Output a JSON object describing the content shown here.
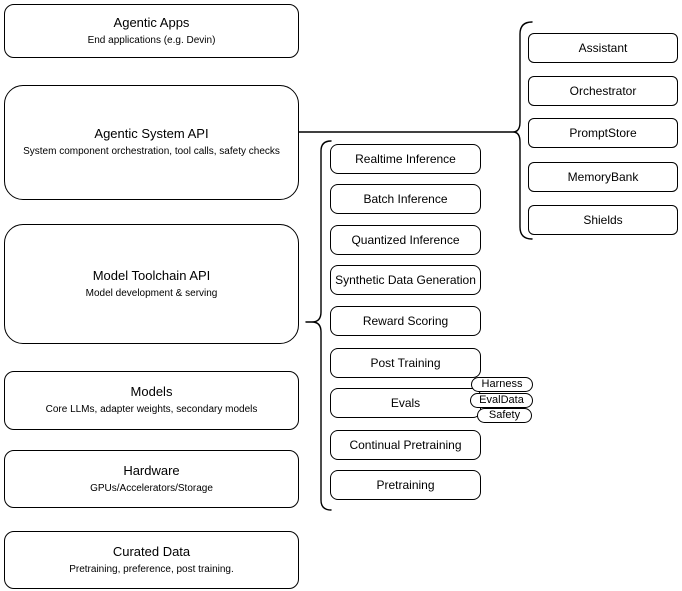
{
  "left_column": [
    {
      "title": "Agentic Apps",
      "subtitle": "End applications (e.g. Devin)"
    },
    {
      "title": "Agentic System API",
      "subtitle": "System component orchestration, tool calls, safety checks"
    },
    {
      "title": "Model Toolchain API",
      "subtitle": "Model development & serving"
    },
    {
      "title": "Models",
      "subtitle": "Core LLMs, adapter weights, secondary models"
    },
    {
      "title": "Hardware",
      "subtitle": "GPUs/Accelerators/Storage"
    },
    {
      "title": "Curated Data",
      "subtitle": "Pretraining, preference, post training."
    }
  ],
  "toolchain_components": [
    "Realtime Inference",
    "Batch Inference",
    "Quantized Inference",
    "Synthetic Data Generation",
    "Reward Scoring",
    "Post Training",
    "Evals",
    "Continual Pretraining",
    "Pretraining"
  ],
  "eval_badges": [
    "Harness",
    "EvalData",
    "Safety"
  ],
  "system_components": [
    "Assistant",
    "Orchestrator",
    "PromptStore",
    "MemoryBank",
    "Shields"
  ],
  "colors": {
    "stroke": "#000000",
    "fill": "#ffffff",
    "text": "#000000"
  }
}
